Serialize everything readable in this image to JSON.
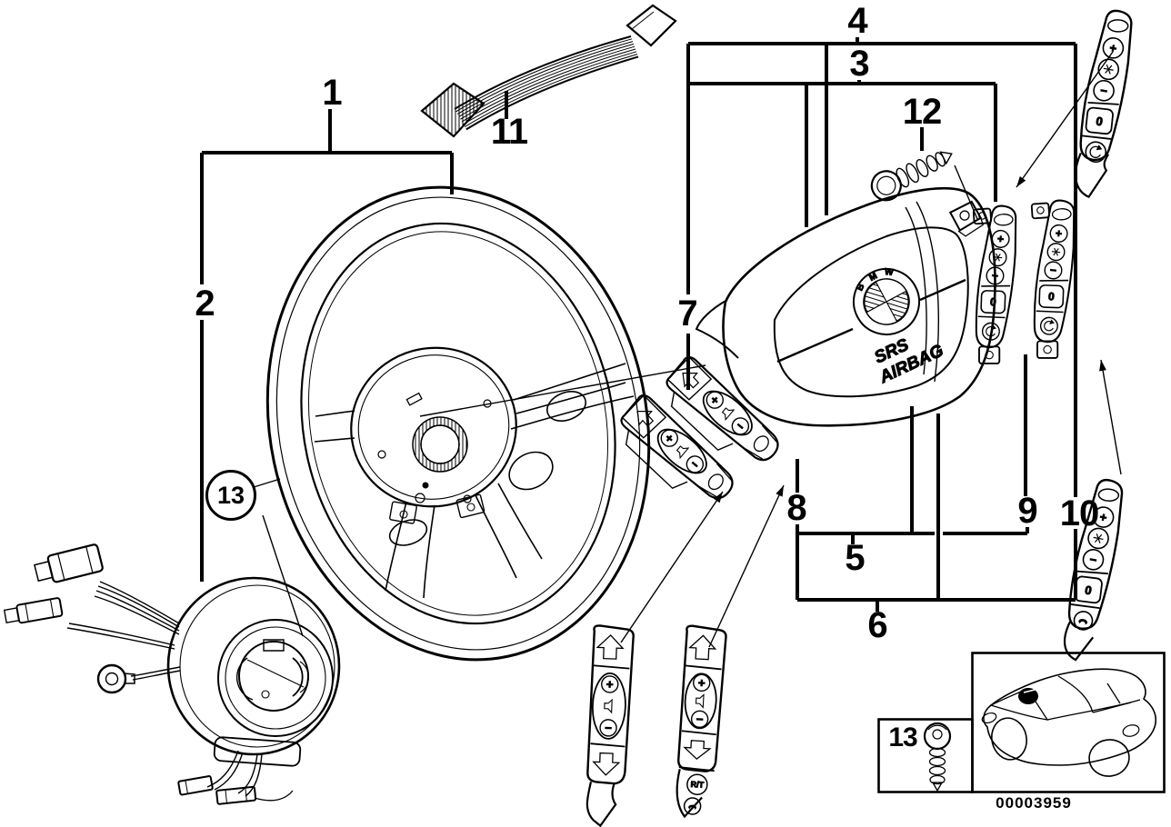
{
  "callouts": {
    "n1": "1",
    "n2": "2",
    "n3": "3",
    "n4": "4",
    "n5": "5",
    "n6": "6",
    "n7": "7",
    "n8": "8",
    "n9": "9",
    "n10": "10",
    "n11": "11",
    "n12": "12",
    "n13": "13"
  },
  "inset": {
    "screw_callout": "13",
    "doc_number": "00003959"
  },
  "airbag": {
    "logo_letters": [
      "B",
      "M",
      "W"
    ],
    "srs_line1": "SRS",
    "srs_line2": "AIRBAG"
  },
  "switch_glyphs": {
    "plus": "+",
    "minus": "−",
    "zero": "0",
    "resume_rt": "R/T"
  },
  "colors": {
    "ink": "#000000",
    "paper": "#ffffff"
  }
}
